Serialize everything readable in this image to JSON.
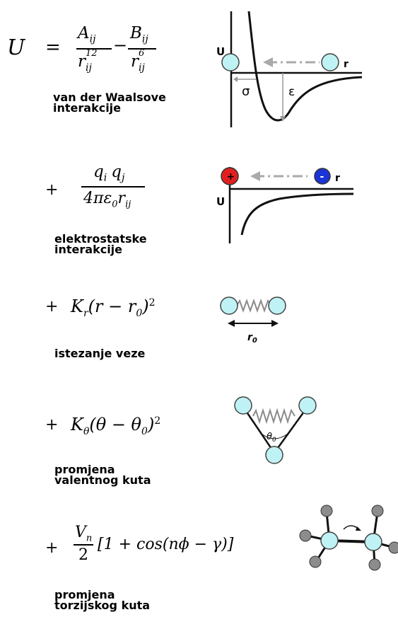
{
  "sections": [
    {
      "lhs": "U",
      "equals": "=",
      "num1": {
        "base": "A",
        "sub": "ij"
      },
      "den1": {
        "base": "r",
        "sub": "ij",
        "sup": "12"
      },
      "minus": "−",
      "num2": {
        "base": "B",
        "sub": "ij"
      },
      "den2": {
        "base": "r",
        "sub": "ij",
        "sup": "6"
      },
      "label_lines": [
        "van der Waalsove",
        "interakcije"
      ],
      "diagram": {
        "y_label": "U",
        "x_label": "r",
        "sigma": "σ",
        "epsilon": "ε"
      }
    },
    {
      "plus": "+",
      "numerator": "q",
      "num_sub_i": "i",
      "num_sub_j": "j",
      "den_prefix": "4πε",
      "den_sub0": "0",
      "den_r": "r",
      "den_sub_ij": "ij",
      "label_lines": [
        "elektrostatske",
        "interakcije"
      ],
      "diagram": {
        "y_label": "U",
        "x_label": "r",
        "pos_sign": "+",
        "neg_sign": "-"
      }
    },
    {
      "plus": "+",
      "k": "K",
      "k_sub": "r",
      "expr": "(r − r",
      "expr_sub": "0",
      "expr_end": ")",
      "expr_sup": "2",
      "label_lines": [
        "istezanje veze"
      ],
      "diagram": {
        "length_label": "r",
        "length_sub": "0"
      }
    },
    {
      "plus": "+",
      "k": "K",
      "k_sub": "θ",
      "expr": "(θ − θ",
      "expr_sub": "0",
      "expr_end": ")",
      "expr_sup": "2",
      "label_lines": [
        "promjena",
        "valentnog kuta"
      ],
      "diagram": {
        "angle_label": "θ",
        "angle_sub": "0"
      }
    },
    {
      "plus": "+",
      "v": "V",
      "v_sub": "n",
      "den": "2",
      "expr": "[1 + cos(nϕ − γ)]",
      "label_lines": [
        "promjena",
        "torzijskog kuta"
      ]
    }
  ],
  "colors": {
    "atom_fill": "#bff2f4",
    "atom_stroke": "#444444",
    "arrow_gray": "#aaaaaa",
    "curve": "#111111",
    "positive": "#e02020",
    "negative": "#1a34d6",
    "spring": "#8a8a8a",
    "substituent": "#8c8c8c"
  }
}
